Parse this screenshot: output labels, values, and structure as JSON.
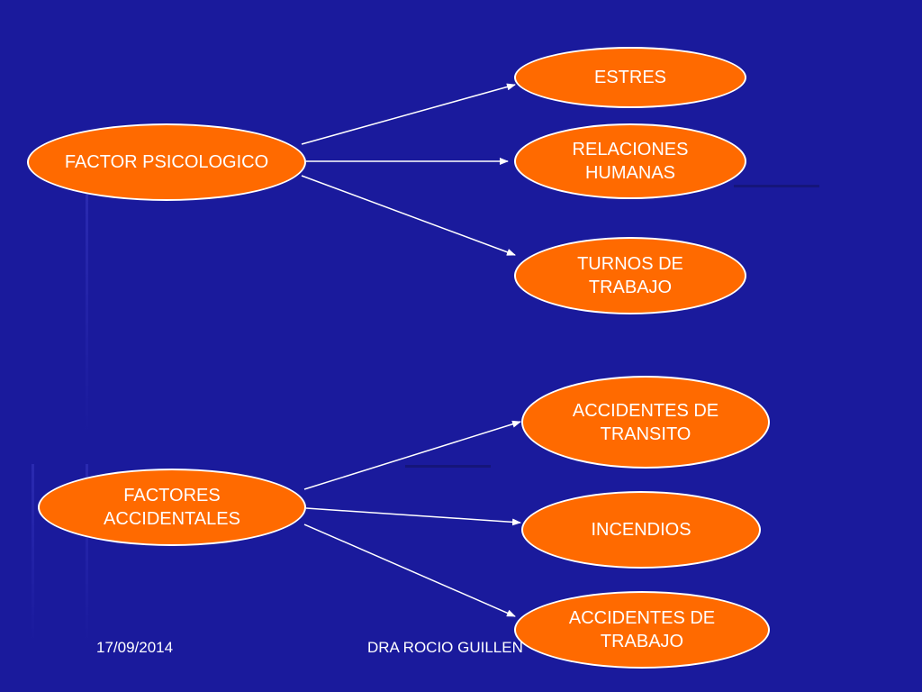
{
  "colors": {
    "background": "#1a1a9c",
    "node_fill": "#ff6a00",
    "node_border": "#ffffff",
    "text": "#ffffff",
    "connector": "#ffffff"
  },
  "diagram": {
    "groups": [
      {
        "source": "FACTOR PSICOLOGICO",
        "targets": [
          "ESTRES",
          "RELACIONES\nHUMANAS",
          "TURNOS DE\nTRABAJO"
        ]
      },
      {
        "source": "FACTORES\nACCIDENTALES",
        "targets": [
          "ACCIDENTES DE\nTRANSITO",
          "INCENDIOS",
          "ACCIDENTES DE\nTRABAJO"
        ]
      }
    ]
  },
  "footer": {
    "date": "17/09/2014",
    "author": "DRA ROCIO GUILLEN"
  }
}
